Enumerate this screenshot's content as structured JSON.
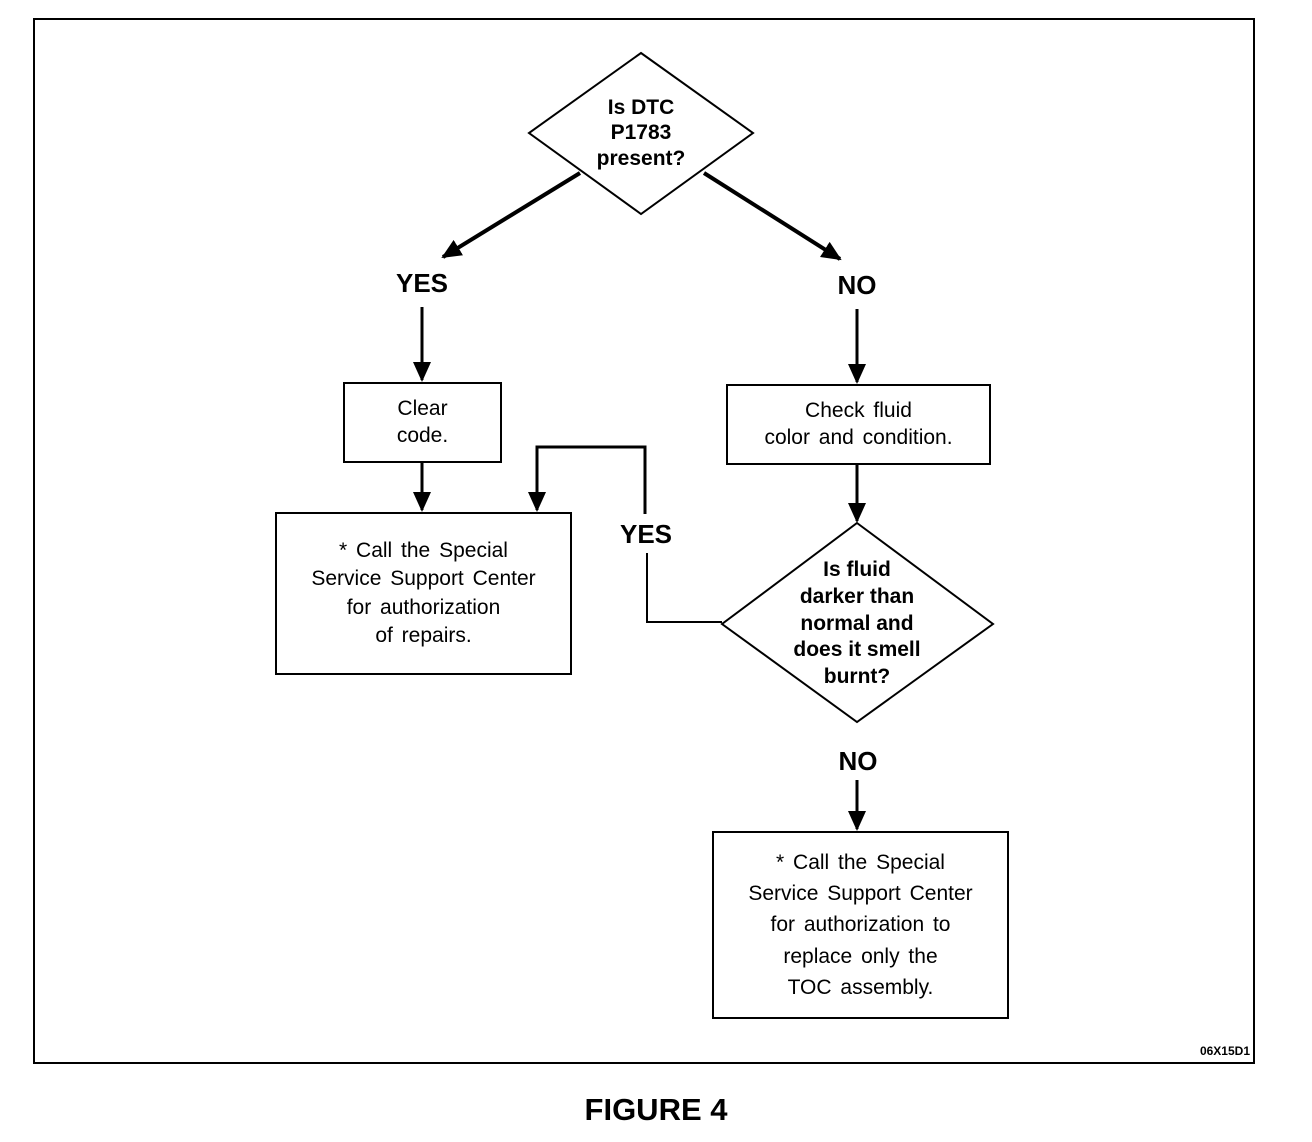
{
  "figure": {
    "caption": "FIGURE 4",
    "code": "06X15D1"
  },
  "flowchart": {
    "decision_dtc": "Is DTC\nP1783\npresent?",
    "yes_label_1": "YES",
    "no_label_1": "NO",
    "clear_code": "Clear\ncode.",
    "check_fluid": "Check fluid\ncolor and condition.",
    "call_repairs": "* Call the Special\nService Support Center\nfor authorization\nof repairs.",
    "decision_fluid": "Is fluid\ndarker than\nnormal and\ndoes it smell\nburnt?",
    "yes_label_2": "YES",
    "no_label_2": "NO",
    "call_toc": "* Call the Special\nService Support Center\nfor authorization to\nreplace only the\nTOC assembly."
  }
}
